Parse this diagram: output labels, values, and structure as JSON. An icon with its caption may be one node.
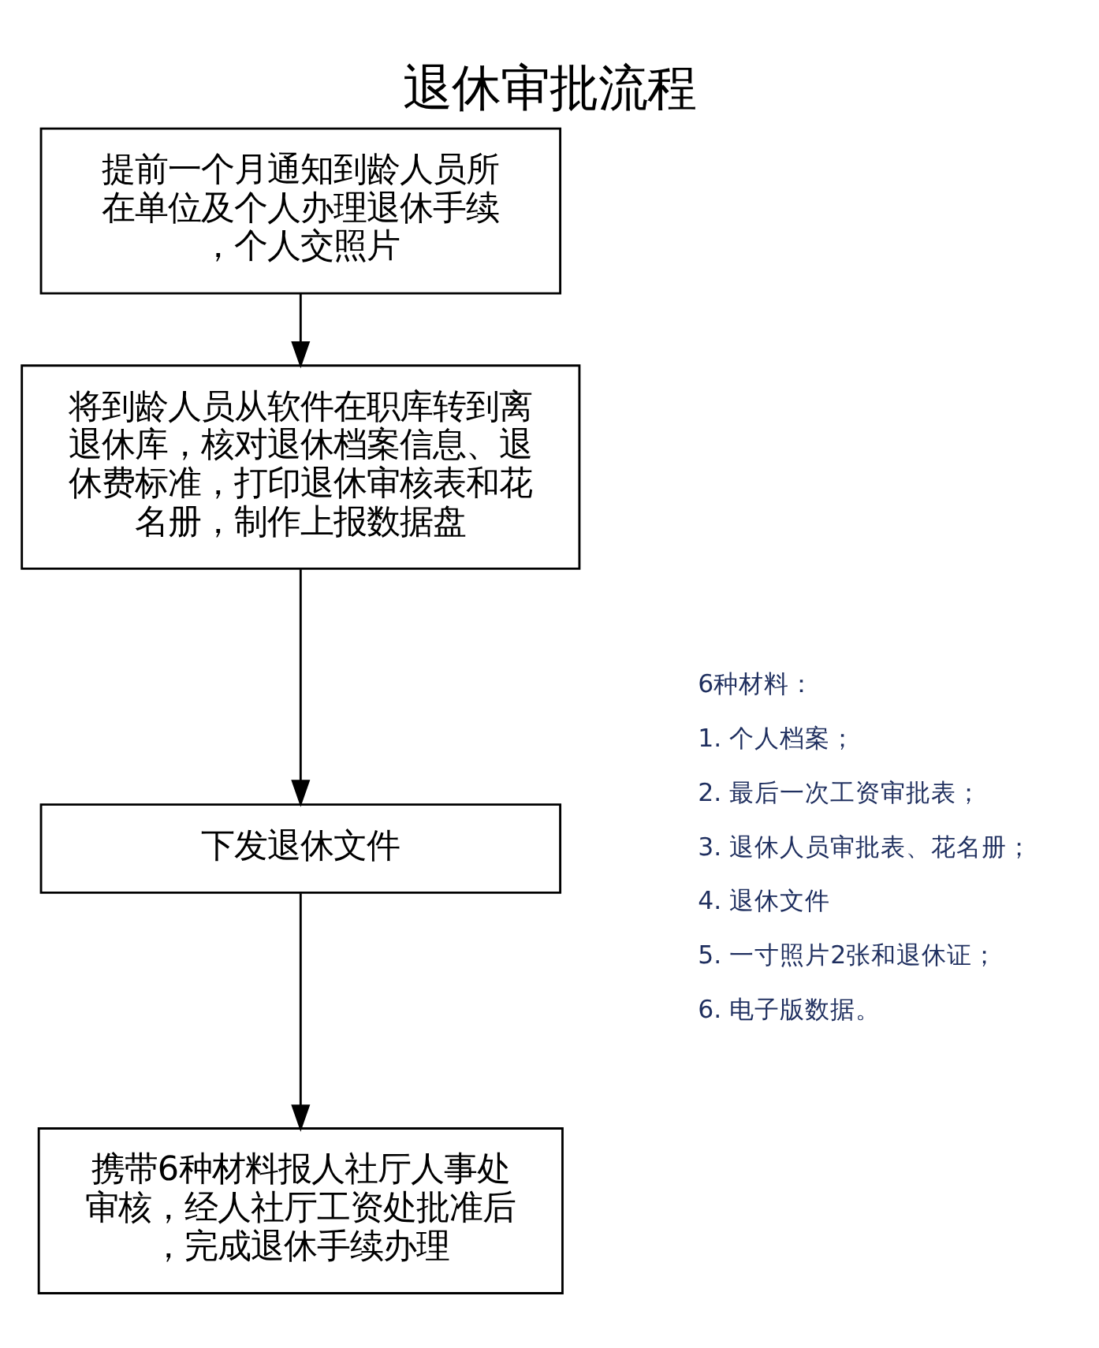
{
  "diagram": {
    "title": "退休审批流程",
    "nodes": [
      {
        "text": [
          "提前一个月通知到龄人员所在单位及个人办理退休手续，个人交照片"
        ]
      },
      {
        "text": [
          "将到龄人员从软件在职库转到离退休库，核对退休档案信息、退休费标准，打印退休审核表和花名册，制作上报数据盘"
        ]
      },
      {
        "text": [
          "下发退休文件"
        ]
      },
      {
        "text": [
          "携带6种材料报人社厅人事处审核，经人社厅工资处批准后，完成退休手续办理"
        ]
      }
    ],
    "edges": [
      {
        "from": 0,
        "to": 1,
        "arrow": "to"
      },
      {
        "from": 1,
        "to": 2,
        "arrow": "to"
      },
      {
        "from": 2,
        "to": 3,
        "arrow": "to"
      }
    ],
    "labels": [
      "6种材料：",
      "1. 个人档案；",
      "2. 最后一次工资审批表；",
      "3. 退休人员审批表、花名册；",
      "4. 退休文件",
      "5. 一寸照片2张和退休证；",
      "6. 电子版数据。"
    ]
  }
}
